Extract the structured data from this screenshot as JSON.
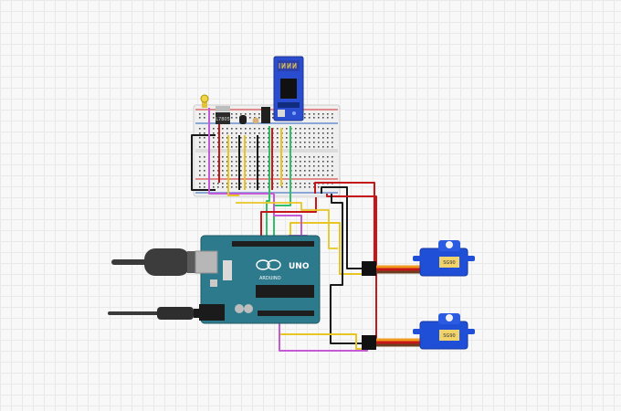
{
  "regulator": {
    "label": "L7805"
  },
  "arduino": {
    "brand": "ARDUINO",
    "model": "UNO"
  },
  "servos": [
    {
      "label": "SG90"
    },
    {
      "label": "SG90"
    }
  ],
  "colors": {
    "board_teal": "#2d7a8c",
    "breadboard": "#efefef",
    "bluetooth_blue": "#2a4ccf",
    "servo_blue": "#1f4fd6",
    "wire_red": "#c4171a",
    "wire_black": "#1a1a1a",
    "wire_yellow": "#e7c623",
    "wire_purple": "#c45ad6",
    "wire_green": "#2fbf6a",
    "wire_orange": "#f19a1f"
  }
}
